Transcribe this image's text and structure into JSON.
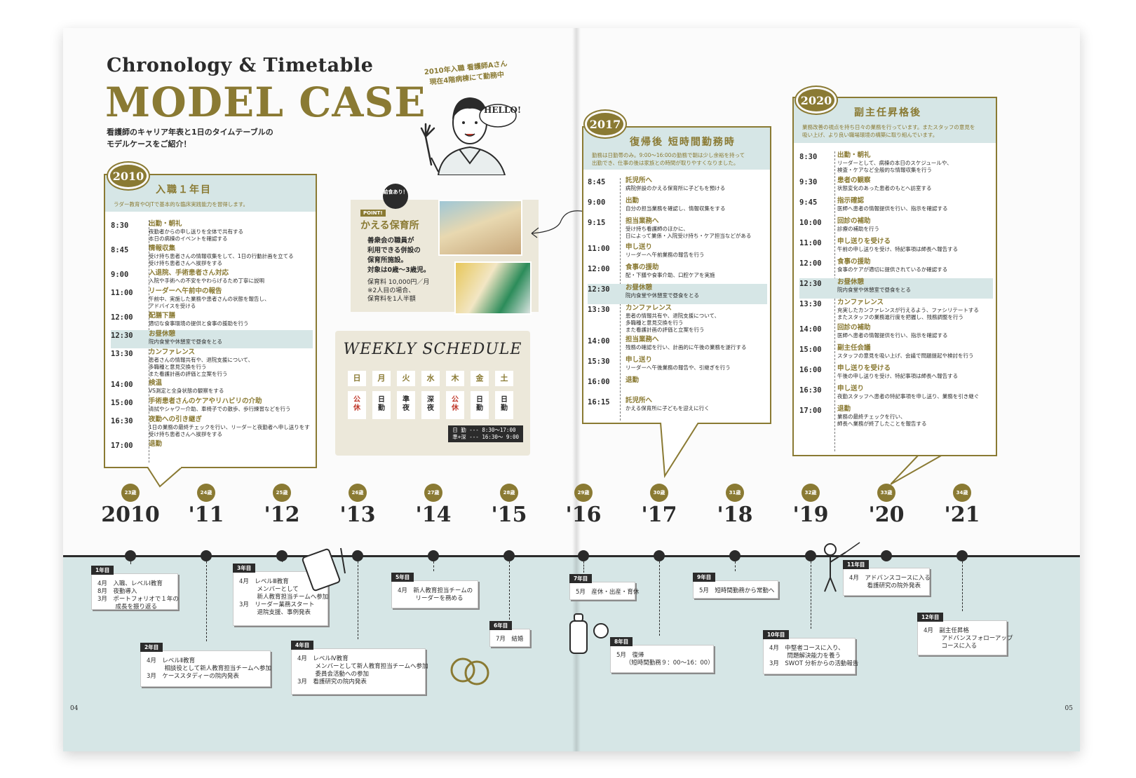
{
  "header": {
    "title_en": "Chronology & Timetable",
    "title_big": "MODEL CASE",
    "intro": [
      "看護師のキャリア年表と1日のタイムテーブルの",
      "モデルケースをご紹介！"
    ]
  },
  "nurse": {
    "badge": [
      "2010年入職 看護師Aさん",
      "現在4階病棟にて勤務中"
    ],
    "hello": "HELLO!"
  },
  "box2010": {
    "year": "2010",
    "title": "入職１年目",
    "subtitle": "ラダー教育やOJTで基本的な臨床実践能力を習得します。",
    "rows": [
      {
        "t": "8:30",
        "h": "出勤・朝礼",
        "d": [
          "夜勤者からの申し送りを全体で共有する",
          "本日の病棟のイベントを確認する"
        ]
      },
      {
        "t": "8:45",
        "h": "情報収集",
        "d": [
          "受け持ち患者さんの情報収集をして、1日の行動計画を立てる",
          "受け持ち患者さんへ挨拶をする"
        ]
      },
      {
        "t": "9:00",
        "h": "入退院、手術患者さん対応",
        "d": [
          "入院や手術への不安をやわらげるため丁寧に説明"
        ]
      },
      {
        "t": "11:00",
        "h": "リーダーへ午前中の報告",
        "d": [
          "午前中、実施した業務や患者さんの状態を報告し、",
          "アドバイスを受ける"
        ]
      },
      {
        "t": "12:00",
        "h": "配膳下膳",
        "d": [
          "適切な食事環境の提供と食事の援助を行う"
        ]
      },
      {
        "t": "12:30",
        "h": "お昼休憩",
        "d": [
          "院内食堂や休憩室で昼食をとる"
        ]
      },
      {
        "t": "13:30",
        "h": "カンファレンス",
        "d": [
          "患者さんの情報共有や、退院支援について、",
          "多職種と意見交換を行う",
          "また看護計画の評価と立案を行う"
        ]
      },
      {
        "t": "14:00",
        "h": "検温",
        "d": [
          "VS測定と全身状態の観察をする"
        ]
      },
      {
        "t": "15:00",
        "h": "手術患者さんのケアやリハビリの介助",
        "d": [
          "清拭やシャワー介助、車椅子での散歩、歩行練習などを行う"
        ]
      },
      {
        "t": "16:30",
        "h": "夜勤への引き継ぎ",
        "d": [
          "1日の業務の最終チェックを行い、リーダーと夜勤者へ申し送りをする",
          "受け持ち患者さんへ挨拶をする"
        ]
      },
      {
        "t": "17:00",
        "h": "退勤",
        "d": []
      }
    ]
  },
  "nursery": {
    "badge": "給食あり！",
    "point": "POINT!",
    "title": "かえる保育所",
    "desc": [
      "善衆会の職員が",
      "利用できる併設の",
      "保育所施設。",
      "対象は0歳〜3歳児。"
    ],
    "fee": [
      "保育料 10,000円／月",
      "※2人目の場合、",
      "保育料を1人半額"
    ]
  },
  "weekly": {
    "title": "WEEKLY SCHEDULE",
    "days": [
      "日",
      "月",
      "火",
      "水",
      "木",
      "金",
      "土"
    ],
    "shifts": [
      "公休",
      "日勤",
      "準夜",
      "深夜",
      "公休",
      "日勤",
      "日勤"
    ],
    "legend": [
      "日 勤 --- 8:30〜17:00",
      "準+深 --- 16:30〜 9:00"
    ]
  },
  "box2017": {
    "year": "2017",
    "title": "復帰後 短時間勤務時",
    "subtitle": [
      "勤務は日勤帯のみ。9:00〜16:00の勤務で朝は少し余裕を持って",
      "出勤でき、仕事の後は家族との時間が取りやすくなりました。"
    ],
    "rows": [
      {
        "t": "8:45",
        "h": "託児所へ",
        "d": [
          "病院併設のかえる保育所に子どもを預ける"
        ]
      },
      {
        "t": "9:00",
        "h": "出勤",
        "d": [
          "自分の担当業務を確認し、情報収集をする"
        ]
      },
      {
        "t": "9:15",
        "h": "担当業務へ",
        "d": [
          "受け持ち看護師のほかに、",
          "日によって業係・入院受け持ち・ケア担当などがある"
        ]
      },
      {
        "t": "11:00",
        "h": "申し送り",
        "d": [
          "リーダーへ午前業務の報告を行う"
        ]
      },
      {
        "t": "12:00",
        "h": "食事の援助",
        "d": [
          "配・下膳や食事介助、口腔ケアを実施"
        ]
      },
      {
        "t": "12:30",
        "h": "お昼休憩",
        "d": [
          "院内食堂や休憩室で昼食をとる"
        ]
      },
      {
        "t": "13:30",
        "h": "カンファレンス",
        "d": [
          "患者の情報共有や、退院支援について、",
          "多職種と意見交換を行う",
          "また看護計画の評価と立案を行う"
        ]
      },
      {
        "t": "14:00",
        "h": "担当業務へ",
        "d": [
          "残務の確認を行い、計画的に午後の業務を遂行する"
        ]
      },
      {
        "t": "15:30",
        "h": "申し送り",
        "d": [
          "リーダーへ午後業務の報告や、引継ぎを行う"
        ]
      },
      {
        "t": "16:00",
        "h": "退勤",
        "d": []
      },
      {
        "t": "16:15",
        "h": "託児所へ",
        "d": [
          "かえる保育所に子どもを迎えに行く"
        ]
      }
    ]
  },
  "box2020": {
    "year": "2020",
    "title": "副主任昇格後",
    "subtitle": [
      "業務改善の視点を持ち日々の業務を行っています。またスタッフの意見を",
      "吸い上げ、より良い職場環境の構築に取り組んでいます。"
    ],
    "rows": [
      {
        "t": "8:30",
        "h": "出勤・朝礼",
        "d": [
          "リーダーとして、病棟の本日のスケジュールや、",
          "検査・ケアなど全般的な情報収集を行う"
        ]
      },
      {
        "t": "9:30",
        "h": "患者の観察",
        "d": [
          "状態変化のあった患者のもとへ訪室する"
        ]
      },
      {
        "t": "9:45",
        "h": "指示確認",
        "d": [
          "医師へ患者の情報提供を行い、指示を確認する"
        ]
      },
      {
        "t": "10:00",
        "h": "回診の補助",
        "d": [
          "診療の補助を行う"
        ]
      },
      {
        "t": "11:00",
        "h": "申し送りを受ける",
        "d": [
          "午前の申し送りを受け、特記事項は師長へ報告する"
        ]
      },
      {
        "t": "12:00",
        "h": "食事の援助",
        "d": [
          "食事のケアが適切に提供されているか確認する"
        ]
      },
      {
        "t": "12:30",
        "h": "お昼休憩",
        "d": [
          "院内食堂や休憩室で昼食をとる"
        ]
      },
      {
        "t": "13:30",
        "h": "カンファレンス",
        "d": [
          "充実したカンファレンスが行えるよう、ファシリテートする",
          "またスタッフの業務進行度を把握し、残務調整を行う"
        ]
      },
      {
        "t": "14:00",
        "h": "回診の補助",
        "d": [
          "医師へ患者の情報提供を行い、指示を確認する"
        ]
      },
      {
        "t": "15:00",
        "h": "副主任会議",
        "d": [
          "スタッフの意見を吸い上げ、会議で問題提起や検討を行う"
        ]
      },
      {
        "t": "16:00",
        "h": "申し送りを受ける",
        "d": [
          "午後の申し送りを受け、特記事項は師長へ報告する"
        ]
      },
      {
        "t": "16:30",
        "h": "申し送り",
        "d": [
          "夜勤スタッフへ患者の特記事項を申し送り、業務を引き継ぐ"
        ]
      },
      {
        "t": "17:00",
        "h": "退勤",
        "d": [
          "業務の最終チェックを行い、",
          "師長へ業務が終了したことを報告する"
        ]
      }
    ]
  },
  "timeline": {
    "years": [
      "2010",
      "'11",
      "'12",
      "'13",
      "'14",
      "'15",
      "'16",
      "'17",
      "'18",
      "'19",
      "'20",
      "'21"
    ],
    "ages": [
      "23歳",
      "24歳",
      "25歳",
      "26歳",
      "27歳",
      "28歳",
      "29歳",
      "30歳",
      "31歳",
      "32歳",
      "33歳",
      "34歳"
    ],
    "events": [
      {
        "tag": "1年目",
        "text": "4月　入職、レベルⅠ教育\n8月　夜勤導入\n3月　ポートフォリオで１年の\n　　　成長を振り返る"
      },
      {
        "tag": "2年目",
        "text": "4月　レベルⅡ教育\n　　　相談役として新人教育担当チームへ参加\n3月　ケーススタディーの院内発表"
      },
      {
        "tag": "3年目",
        "text": "4月　レベルⅢ教育\n　　　メンバーとして\n　　　新人教育担当チームへ参加\n3月　リーダー業務スタート\n　　　退院支援、事例発表"
      },
      {
        "tag": "4年目",
        "text": "4月　レベルⅣ教育\n　　　メンバーとして新人教育担当チームへ参加\n　　　委員会活動への参加\n3月　看護研究の院内発表"
      },
      {
        "tag": "5年目",
        "text": "4月　新人教育担当チームの\n　　　リーダーを務める"
      },
      {
        "tag": "6年目",
        "text": "7月　結婚"
      },
      {
        "tag": "7年目",
        "text": "5月　産休・出産・育休"
      },
      {
        "tag": "8年目",
        "text": "5月　復帰\n　　（短時間勤務９：00〜16：00）"
      },
      {
        "tag": "9年目",
        "text": "5月　短時間勤務から常勤へ"
      },
      {
        "tag": "10年目",
        "text": "4月　中堅者コースに入り、\n　　　問題解決能力を養う\n3月　SWOT 分析からの活動報告"
      },
      {
        "tag": "11年目",
        "text": "4月　アドバンスコースに入る\n　　　看護研究の院外発表"
      },
      {
        "tag": "12年目",
        "text": "4月　副主任昇格\n　　　アドバンスフォローアップ\n　　　コースに入る"
      }
    ]
  },
  "pages": {
    "left": "04",
    "right": "05"
  },
  "colors": {
    "accent": "#8a7a33",
    "band": "#d6e6e6",
    "ink": "#2b2b2b",
    "red": "#c0392b"
  }
}
